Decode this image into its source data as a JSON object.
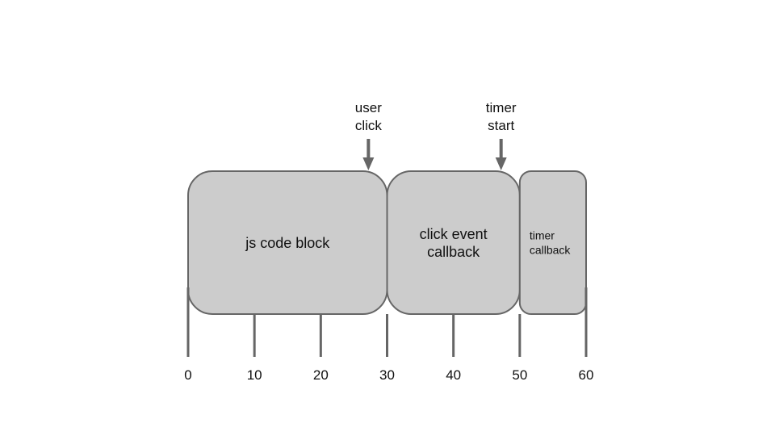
{
  "colors": {
    "block_fill": "#cccccc",
    "block_stroke": "#666666",
    "axis": "#666666",
    "text": "#111111"
  },
  "timeline": {
    "ticks": [
      "0",
      "10",
      "20",
      "30",
      "40",
      "50",
      "60"
    ],
    "range": [
      0,
      60
    ]
  },
  "blocks": [
    {
      "id": "js-code-block",
      "start": 0,
      "end": 30,
      "lines": [
        "js code block"
      ]
    },
    {
      "id": "click-event-callback",
      "start": 30,
      "end": 50,
      "lines": [
        "click event",
        "callback"
      ]
    },
    {
      "id": "timer-callback",
      "start": 50,
      "end": 60,
      "lines": [
        "timer",
        "callback"
      ]
    }
  ],
  "events": [
    {
      "id": "user-click",
      "time": 27,
      "lines": [
        "user",
        "click"
      ]
    },
    {
      "id": "timer-start",
      "time": 47,
      "lines": [
        "timer",
        "start"
      ]
    }
  ]
}
